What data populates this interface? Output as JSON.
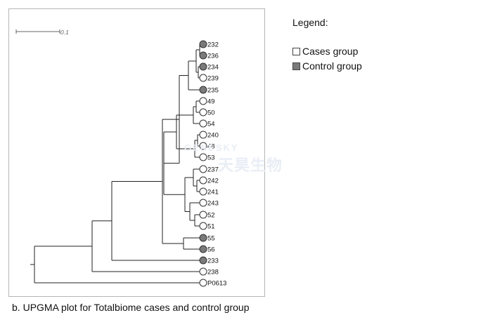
{
  "legend": {
    "title": "Legend:",
    "items": [
      {
        "label": "Cases group",
        "color": "#ffffff"
      },
      {
        "label": "Control group",
        "color": "#7a7a7a"
      }
    ]
  },
  "scale_bar": {
    "label": "0.1"
  },
  "caption": {
    "prefix": "b.",
    "text": "UPGMA plot for Totalbiome cases and control group"
  },
  "watermark": {
    "latin": "GENESKY",
    "cn": "天昊生物"
  },
  "colors": {
    "case_fill": "#ffffff",
    "control_fill": "#7a7a7a",
    "line": "#222222"
  },
  "leaves": [
    {
      "label": "232",
      "group": "control"
    },
    {
      "label": "236",
      "group": "control"
    },
    {
      "label": "234",
      "group": "control"
    },
    {
      "label": "239",
      "group": "case"
    },
    {
      "label": "235",
      "group": "control"
    },
    {
      "label": "49",
      "group": "case"
    },
    {
      "label": "50",
      "group": "case"
    },
    {
      "label": "54",
      "group": "case"
    },
    {
      "label": "240",
      "group": "case"
    },
    {
      "label": "48",
      "group": "case"
    },
    {
      "label": "53",
      "group": "case"
    },
    {
      "label": "237",
      "group": "case"
    },
    {
      "label": "242",
      "group": "case"
    },
    {
      "label": "241",
      "group": "case"
    },
    {
      "label": "243",
      "group": "case"
    },
    {
      "label": "52",
      "group": "case"
    },
    {
      "label": "51",
      "group": "case"
    },
    {
      "label": "55",
      "group": "control"
    },
    {
      "label": "56",
      "group": "control"
    },
    {
      "label": "233",
      "group": "control"
    },
    {
      "label": "238",
      "group": "case"
    },
    {
      "label": "P0613",
      "group": "case"
    }
  ]
}
